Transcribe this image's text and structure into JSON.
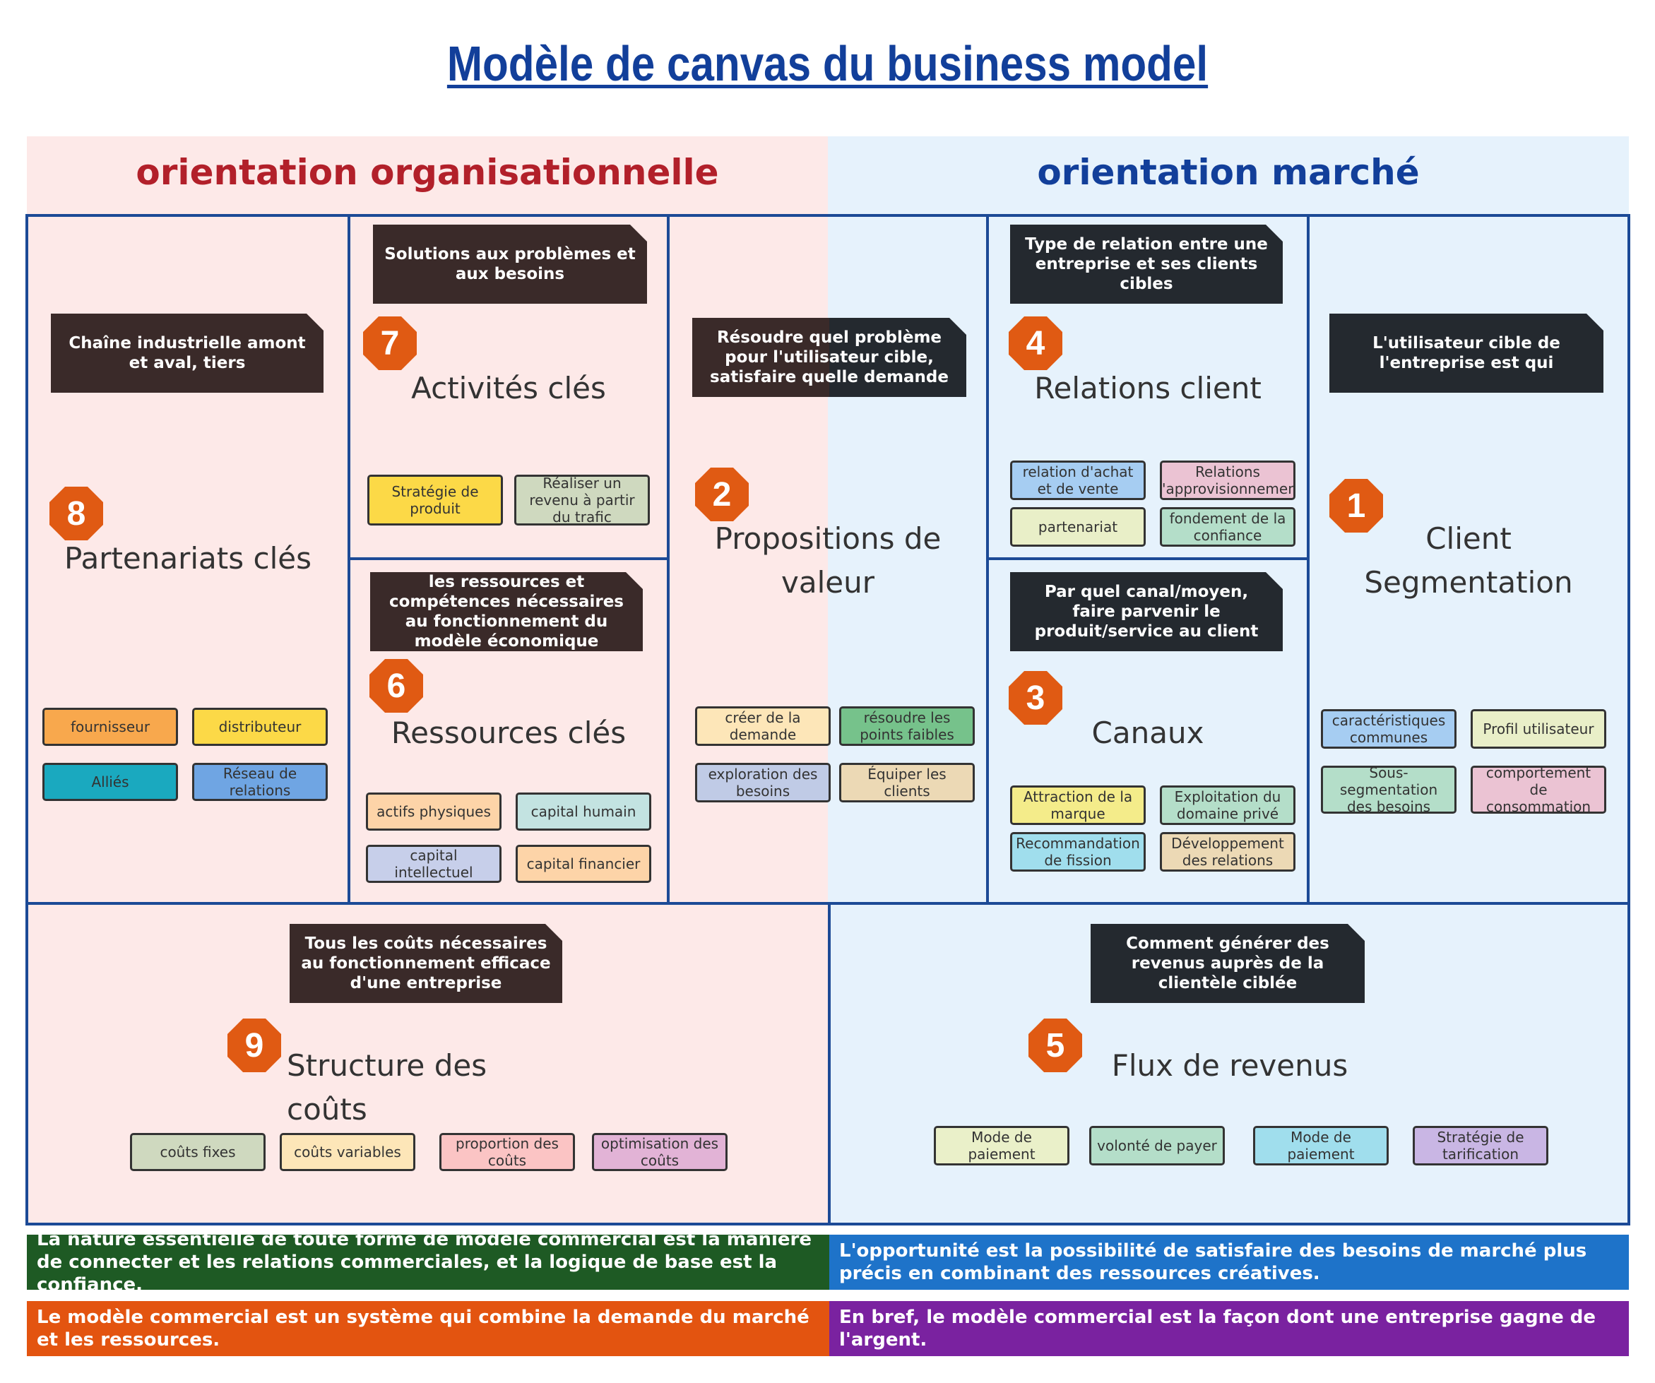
{
  "title": "Modèle de canvas du business model",
  "regions": {
    "organizational": "orientation organisationnelle",
    "market": "orientation marché"
  },
  "blocks": {
    "partners": {
      "number": "8",
      "title": "Partenariats clés",
      "note": "Chaîne industrielle amont et aval, tiers",
      "tags": [
        "fournisseur",
        "distributeur",
        "Alliés",
        "Réseau de relations"
      ]
    },
    "activities": {
      "number": "7",
      "title": "Activités clés",
      "note": "Solutions aux problèmes et aux besoins",
      "tags": [
        "Stratégie de produit",
        "Réaliser un revenu à partir du trafic"
      ]
    },
    "resources": {
      "number": "6",
      "title": "Ressources clés",
      "note": "les ressources et compétences nécessaires au fonctionnement du modèle économique",
      "tags": [
        "actifs physiques",
        "capital humain",
        "capital intellectuel",
        "capital financier"
      ]
    },
    "value": {
      "number": "2",
      "title_line1": "Propositions de",
      "title_line2": "valeur",
      "note": "Résoudre quel problème pour l'utilisateur cible, satisfaire quelle demande",
      "tags": [
        "créer de la demande",
        "résoudre les points faibles",
        "exploration des besoins",
        "Équiper les clients"
      ]
    },
    "relations": {
      "number": "4",
      "title": "Relations client",
      "note": "Type de relation entre une entreprise et ses clients cibles",
      "tags": [
        "relation d'achat et de vente",
        "Relations d'approvisionnement",
        "partenariat",
        "fondement de la confiance"
      ]
    },
    "channels": {
      "number": "3",
      "title": "Canaux",
      "note": "Par quel canal/moyen, faire parvenir le produit/service au client",
      "tags": [
        "Attraction de la marque",
        "Exploitation du domaine privé",
        "Recommandation de fission",
        "Développement des relations"
      ]
    },
    "segments": {
      "number": "1",
      "title_line1": "Client",
      "title_line2": "Segmentation",
      "note": "L'utilisateur cible de l'entreprise est qui",
      "tags": [
        "caractéristiques communes",
        "Profil utilisateur",
        "Sous-segmentation des besoins",
        "comportement de consommation"
      ]
    },
    "costs": {
      "number": "9",
      "title": "Structure des coûts",
      "note": "Tous les coûts nécessaires au fonctionnement efficace d'une entreprise",
      "tags": [
        "coûts fixes",
        "coûts variables",
        "proportion des coûts",
        "optimisation des coûts"
      ]
    },
    "revenue": {
      "number": "5",
      "title": "Flux de revenus",
      "note": "Comment générer des revenus auprès de la clientèle ciblée",
      "tags": [
        "Mode de paiement",
        "volonté de payer",
        "Mode de paiement",
        "Stratégie de tarification"
      ]
    }
  },
  "footer": {
    "green": "La nature essentielle de toute forme de modèle commercial est la manière de connecter et les relations commerciales, et la logique de base est la confiance.",
    "blue": "L'opportunité est la possibilité de satisfaire des besoins de marché plus précis en combinant des ressources créatives.",
    "orange": "Le modèle commercial est un système qui combine la demande du marché et les ressources.",
    "purple": "En bref, le modèle commercial est la façon dont une entreprise gagne de l'argent."
  },
  "colors": {
    "title": "#123f9a",
    "org_heading": "#b2202a",
    "market_heading": "#123f9a",
    "border": "#1c4a96",
    "badge": "#e05a13",
    "footer_green": "#1e5a24",
    "footer_blue": "#1e73c9",
    "footer_orange": "#e35410",
    "footer_purple": "#7a22a0"
  }
}
